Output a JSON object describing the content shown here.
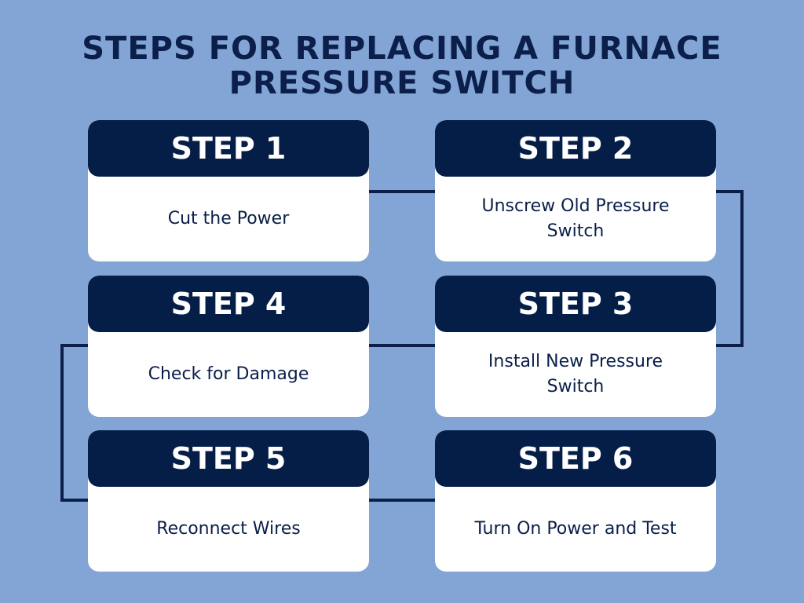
{
  "title_line1": "STEPS FOR REPLACING A FURNACE",
  "title_line2": "PRESSURE SWITCH",
  "steps": [
    {
      "label": "STEP 1",
      "text": "Cut the Power"
    },
    {
      "label": "STEP 2",
      "text": "Unscrew Old Pressure Switch"
    },
    {
      "label": "STEP 3",
      "text": "Install New Pressure Switch"
    },
    {
      "label": "STEP 4",
      "text": "Check for Damage"
    },
    {
      "label": "STEP 5",
      "text": "Reconnect Wires"
    },
    {
      "label": "STEP 6",
      "text": "Turn On Power and Test"
    }
  ]
}
